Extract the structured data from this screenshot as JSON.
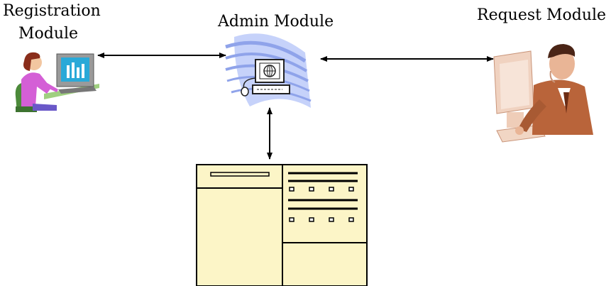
{
  "nodes": {
    "registration": {
      "label_line1": "Registration",
      "label_line2": "Module",
      "icon": "woman-at-computer-icon"
    },
    "admin": {
      "label": "Admin Module",
      "icon": "networked-computer-icon"
    },
    "request": {
      "label": "Request Module",
      "icon": "man-at-computer-icon"
    },
    "database": {
      "icon": "form-database-icon"
    }
  },
  "edges": [
    {
      "from": "registration",
      "to": "admin",
      "direction": "bidirectional"
    },
    {
      "from": "admin",
      "to": "request",
      "direction": "bidirectional"
    },
    {
      "from": "admin",
      "to": "database",
      "direction": "bidirectional"
    }
  ],
  "colors": {
    "form_fill": "#fcf5c7",
    "swoosh": "#8fa3ea",
    "line": "#000000"
  }
}
